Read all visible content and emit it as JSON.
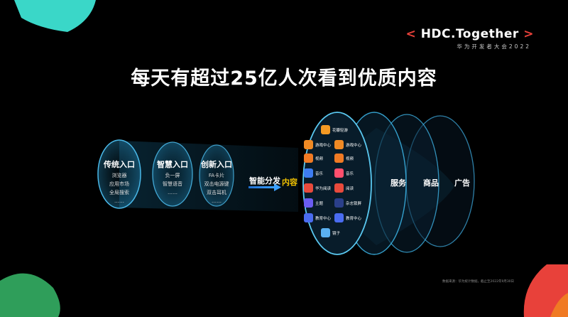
{
  "brand": {
    "open": "<",
    "name": "HDC.Together",
    "close": ">",
    "sub": "华为开发者大会2022"
  },
  "title": "每天有超过25亿人次看到优质内容",
  "stages": [
    {
      "name": "传统入口",
      "items": [
        "浏览器",
        "应用市场",
        "全局搜索",
        "……"
      ]
    },
    {
      "name": "智慧入口",
      "items": [
        "负一屏",
        "智慧语音",
        "……"
      ]
    },
    {
      "name": "创新入口",
      "items": [
        "FA卡片",
        "双击电源键",
        "双击耳机",
        "……"
      ]
    }
  ],
  "distribution": {
    "label": "智能分发",
    "target": "内容"
  },
  "apps": [
    {
      "label": "花瓣轻游",
      "color": "#f59a23"
    },
    {
      "label": "游戏中心",
      "color": "#f08a24"
    },
    {
      "label": "游戏中心",
      "color": "#f08a24"
    },
    {
      "label": "视频",
      "color": "#f07a24"
    },
    {
      "label": "视频",
      "color": "#f07a24"
    },
    {
      "label": "音乐",
      "color": "#3d7cf0"
    },
    {
      "label": "音乐",
      "color": "#ff4f6d"
    },
    {
      "label": "华为阅读",
      "color": "#e84a3c"
    },
    {
      "label": "阅读",
      "color": "#e84a3c"
    },
    {
      "label": "主题",
      "color": "#6a5cf0"
    },
    {
      "label": "杂志锁屏",
      "color": "#2a3f8a"
    },
    {
      "label": "教育中心",
      "color": "#4a6cf0"
    },
    {
      "label": "教育中心",
      "color": "#4a6cf0"
    },
    {
      "label": "镜子",
      "color": "#5ab0f0"
    }
  ],
  "rings": [
    "服务",
    "商品",
    "广告"
  ],
  "note": "数据来源：华为统计数据，截止至2022年9月30日",
  "colors": {
    "accent": "#e8413a",
    "glow": "#2a9fd6",
    "arrow": "#2f8fe8",
    "target": "#f2c200"
  }
}
